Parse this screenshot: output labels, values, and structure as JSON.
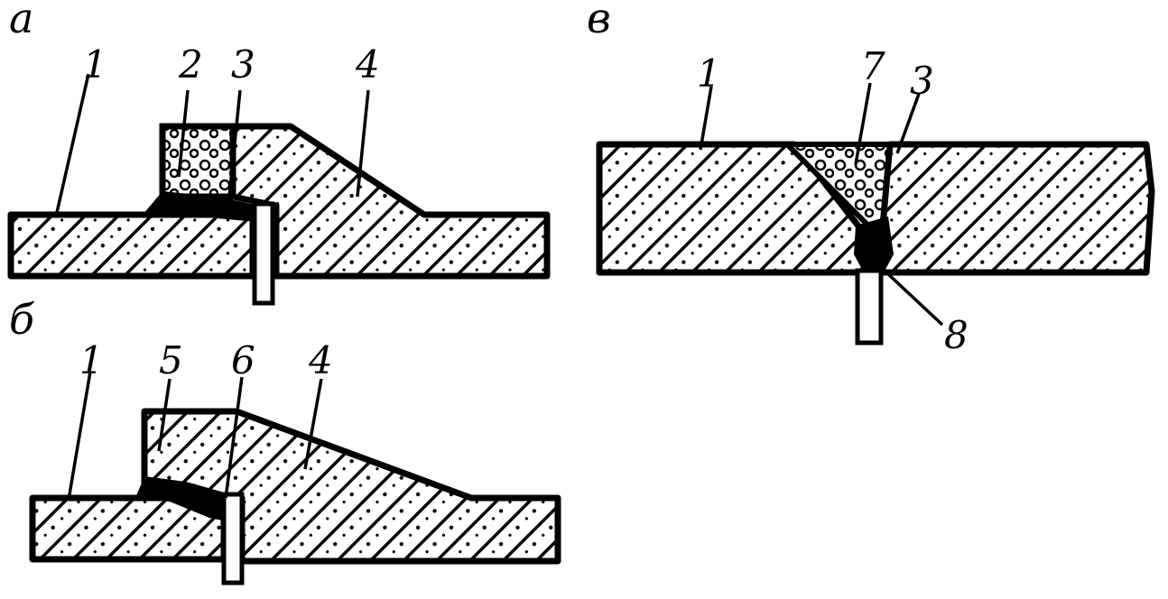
{
  "panels": [
    {
      "id": "a",
      "label": "а",
      "callouts": [
        "1",
        "2",
        "3",
        "4"
      ]
    },
    {
      "id": "b",
      "label": "б",
      "callouts": [
        "1",
        "5",
        "6",
        "4"
      ]
    },
    {
      "id": "v",
      "label": "в",
      "callouts": [
        "1",
        "7",
        "3",
        "8"
      ]
    }
  ]
}
